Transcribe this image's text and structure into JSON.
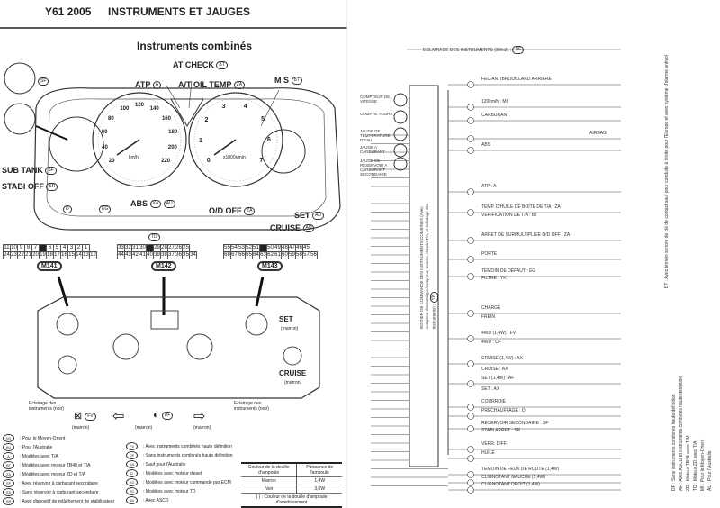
{
  "header": {
    "model": "Y61 2005",
    "title": "INSTRUMENTS ET JAUGES"
  },
  "left": {
    "subtitle": "Instruments combinés",
    "callouts": {
      "at_check": "AT CHECK",
      "at_check_tag": "BT",
      "atp": "ATP",
      "atp_tag": "A",
      "at_oil_temp": "A/T OIL TEMP",
      "at_oil_temp_tag": "ZA",
      "ms": "M S",
      "ms_tag": "BT",
      "sub_tank": "SUB TANK",
      "sub_tank_tag": "SF",
      "stabi_off": "STABI OFF",
      "stabi_off_tag": "SR",
      "abs": "ABS",
      "abs_tag1": "XA",
      "abs_tag2": "AU",
      "od_off": "O/D OFF",
      "od_off_tag": "ZA",
      "set": "SET",
      "set_tag": "AD",
      "cruise": "CRUISE",
      "cruise_tag": "AD",
      "gauge_tag": "SF",
      "d_tag": "D",
      "eg_tag": "EG",
      "td_tag": "TD",
      "speedo_unit": "km/h",
      "tacho_unit": "x1000r/min",
      "speedo_ticks": [
        "20",
        "40",
        "60",
        "80",
        "100",
        "120",
        "140",
        "160",
        "180",
        "200",
        "220"
      ],
      "tacho_ticks": [
        "0",
        "1",
        "2",
        "3",
        "4",
        "5",
        "6",
        "7"
      ]
    },
    "connectors": [
      {
        "name": "M141",
        "top": [
          "11",
          "10",
          "9",
          "8",
          "7",
          "",
          "6",
          "5",
          "4",
          "3",
          "2",
          "1"
        ],
        "bottom": [
          "24",
          "23",
          "22",
          "21",
          "20",
          "19",
          "18",
          "17",
          "16",
          "15",
          "14",
          "13",
          "12"
        ]
      },
      {
        "name": "M142",
        "top": [
          "33",
          "32",
          "31",
          "30",
          "",
          "29",
          "28",
          "27",
          "26",
          "25"
        ],
        "bottom": [
          "44",
          "43",
          "42",
          "41",
          "40",
          "39",
          "38",
          "37",
          "36",
          "35",
          "34"
        ]
      },
      {
        "name": "M143",
        "top": [
          "55",
          "54",
          "53",
          "52",
          "51",
          "",
          "50",
          "49",
          "48",
          "47",
          "46",
          "45"
        ],
        "bottom": [
          "68",
          "67",
          "66",
          "65",
          "64",
          "63",
          "62",
          "61",
          "60",
          "59",
          "58",
          "57",
          "56"
        ]
      }
    ],
    "rear": {
      "set": "SET",
      "set_color": "(marron)",
      "cruise": "CRUISE",
      "cruise_color": "(marron)",
      "light_left": "Eclairage des instruments",
      "light_left_color": "(noir)",
      "light_right": "Eclairage des instruments",
      "light_right_color": "(noir)",
      "marron": "(marron)",
      "fv": "FV",
      "df": "DF"
    },
    "legend_col1": [
      {
        "code": "MI",
        "text": ": Pour le Moyen-Orient"
      },
      {
        "code": "AU",
        "text": ": Pour l'Australie"
      },
      {
        "code": "A",
        "text": ": Modèles avec T/A"
      },
      {
        "code": "BT",
        "text": ": Modèles avec moteur TB48 et T/A"
      },
      {
        "code": "ZA",
        "text": ": Modèles avec moteur ZD et T/A"
      },
      {
        "code": "SF",
        "text": ": Avec réservoir à carburant secondaire"
      },
      {
        "code": "SS",
        "text": ": Sans réservoir à carburant secondaire"
      },
      {
        "code": "SR",
        "text": ": Avec dispositif de relâchement de stabilisateur"
      }
    ],
    "legend_col2": [
      {
        "code": "FV",
        "text": ": Avec instruments combinés haute définition"
      },
      {
        "code": "DF",
        "text": ": Sans instruments combinés haute définition"
      },
      {
        "code": "XA",
        "text": ": Sauf pour l'Australie"
      },
      {
        "code": "D",
        "text": ": Modèles avec moteur diesel"
      },
      {
        "code": "EG",
        "text": ": Modèles avec moteur commandé par ECM"
      },
      {
        "code": "TD",
        "text": ": Modèles avec moteur TD"
      },
      {
        "code": "AD",
        "text": ": Avec ASCD"
      }
    ],
    "bulb_table": {
      "headers": [
        "Couleur de la douille d'ampoule",
        "Puissance de l'ampoule"
      ],
      "rows": [
        [
          "Marron",
          "1,4W"
        ],
        [
          "Noir",
          "3,0W"
        ]
      ],
      "note": "( ) : Couleur de la douille d'ampoule d'avertissement"
    }
  },
  "right": {
    "illumination": "ECLAIRAGE DES INSTRUMENTS (3Wx2) :",
    "illumination_tag": "DF",
    "gauges": [
      "COMPTEUR DE VITESSE",
      "COMPTE-TOURS",
      "JAUGE DE TEMPERATURE D'EAU",
      "JAUGE A CARBURANT",
      "JAUGE DE RESERVOIR A CARBURANT SECONDAIRE"
    ],
    "controller": "BOITIER DE COMMANDE DES INSTRUMENTS COMBINES (Avec compteur électronique/compteur, montre, témoin T/A, et éclairage des instruments) :",
    "controller_tag": "YK",
    "rows": [
      "FEU ANTIBROUILLARD ARRIERE",
      "120km/h : MI",
      "CARBURANT",
      "AIRBAG",
      "ABS",
      "ATP : A",
      "TEMP. D'HUILE DE BOITE DE T/A : ZA",
      "VERIFICATION DE T/A : BT",
      "ARRET DE SURMULTIPLIEE O/D OFF : ZA",
      "PORTE",
      "TEMOIN DE DEFAUT : EG",
      "FILTRE : YK",
      "CHARGE",
      "FREIN",
      "4WD (1,4W) : FV",
      "4WD : DF",
      "CRUISE (1,4W) : AX",
      "CRUISE : AX",
      "SET (1,4W) : AF",
      "SET : AX",
      "COURROIE",
      "PRECHAUFFAGE : D",
      "RESERVOIR SECONDAIRE : SF",
      "STABI ARRET : SR",
      "VERR. DIFF.",
      "HUILE",
      "TEMOIN DE FEUX DE ROUTE (1,4W)",
      "CLIGNOTANT GAUCHE (1,4W)",
      "CLIGNOTANT DROIT (1,4W)"
    ],
    "notes": [
      "BT : Avec témoin sonore de clé de contact sauf pour conduite à droite pour l'Europe et avec système d'alarme antivol",
      "DF : Sans instruments combinés haute définition",
      "AF : Avec ASCD et instruments combinés haute définition",
      "ZD : Moteur TB48 avec T/M",
      "TD : Moteur ZD avec T/A",
      "MI : Pour le Moyen-Orient",
      "AU : Pour l'Australie"
    ]
  }
}
